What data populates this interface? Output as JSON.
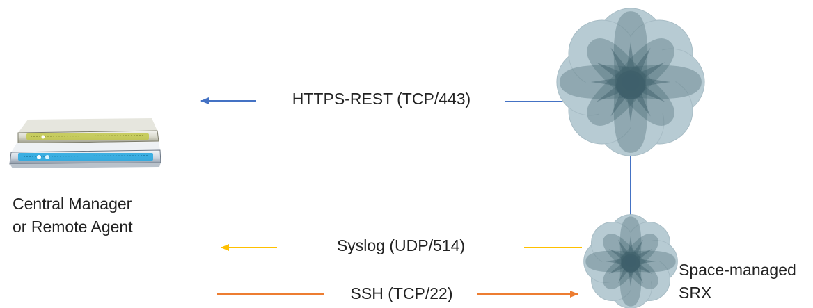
{
  "nodes": {
    "server": {
      "label_line1": "Central Manager",
      "label_line2": "or Remote Agent",
      "icon": "server-rack-icon"
    },
    "space_cloud": {
      "icon": "cloud-flower-icon"
    },
    "srx": {
      "label_line1": "Space-managed",
      "label_line2": "SRX",
      "icon": "cloud-flower-icon"
    }
  },
  "connections": {
    "https_rest": {
      "label": "HTTPS-REST (TCP/443)",
      "color": "#4472C4",
      "direction": "from-space-to-manager"
    },
    "syslog": {
      "label": "Syslog (UDP/514)",
      "color": "#FFC000",
      "direction": "from-srx-to-manager"
    },
    "ssh": {
      "label": "SSH (TCP/22)",
      "color": "#ED7D31",
      "direction": "from-manager-to-srx"
    },
    "space_srx_link": {
      "color": "#4472C4"
    }
  },
  "colors": {
    "cloud_light": "#b7cbd3",
    "cloud_dark": "#3e5f6b",
    "server_top": "#c2c84a",
    "server_bottom": "#2aa8e0"
  }
}
